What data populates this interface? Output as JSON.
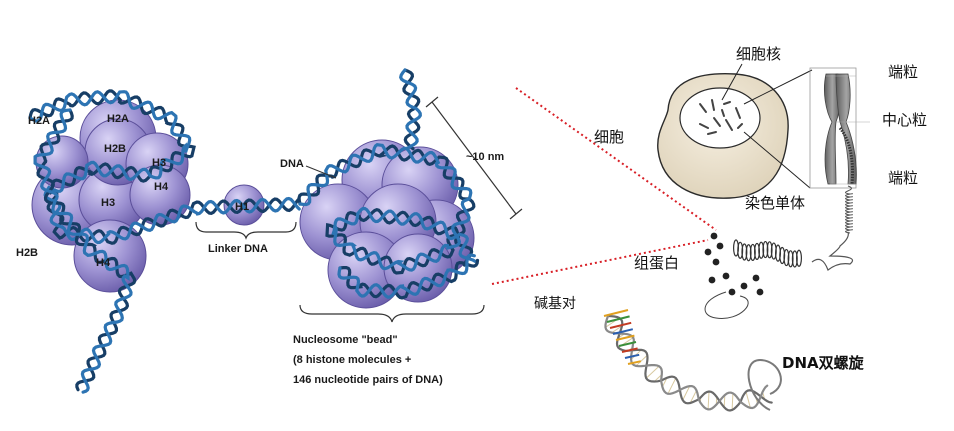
{
  "colors": {
    "histone_fill": "#9b8fd0",
    "histone_dark": "#6d5fae",
    "histone_light": "#c9c1ec",
    "dna_blue": "#2d74b3",
    "dna_dark": "#173e66",
    "red_dotted": "#d81f26",
    "cell_fill": "#efe6d4",
    "nucleus_fill": "#ffffff",
    "chromosome_grey": "#8a8a8a"
  },
  "nucleosome_diagram": {
    "histones_left": [
      {
        "label": "H2A"
      },
      {
        "label": "H2B"
      },
      {
        "label": "H3"
      },
      {
        "label": "H4"
      },
      {
        "label": "H3"
      },
      {
        "label": "H4"
      }
    ],
    "outer_labels": {
      "h2a": "H2A",
      "h2b": "H2B"
    },
    "linker_histone": "H1",
    "linker_dna": "Linker DNA",
    "dna_label": "DNA",
    "scale_label": "~10 nm",
    "caption_line1": "Nucleosome \"bead\"",
    "caption_line2": "(8 histone molecules +",
    "caption_line3": "146 nucleotide pairs of DNA)"
  },
  "cell_diagram": {
    "nucleus_label": "细胞核",
    "cell_label": "细胞",
    "telomere_top": "端粒",
    "centromere": "中心粒",
    "telomere_bottom": "端粒",
    "chromatid": "染色单体",
    "histone": "组蛋白",
    "base_pair": "碱基对",
    "double_helix": "DNA双螺旋"
  }
}
